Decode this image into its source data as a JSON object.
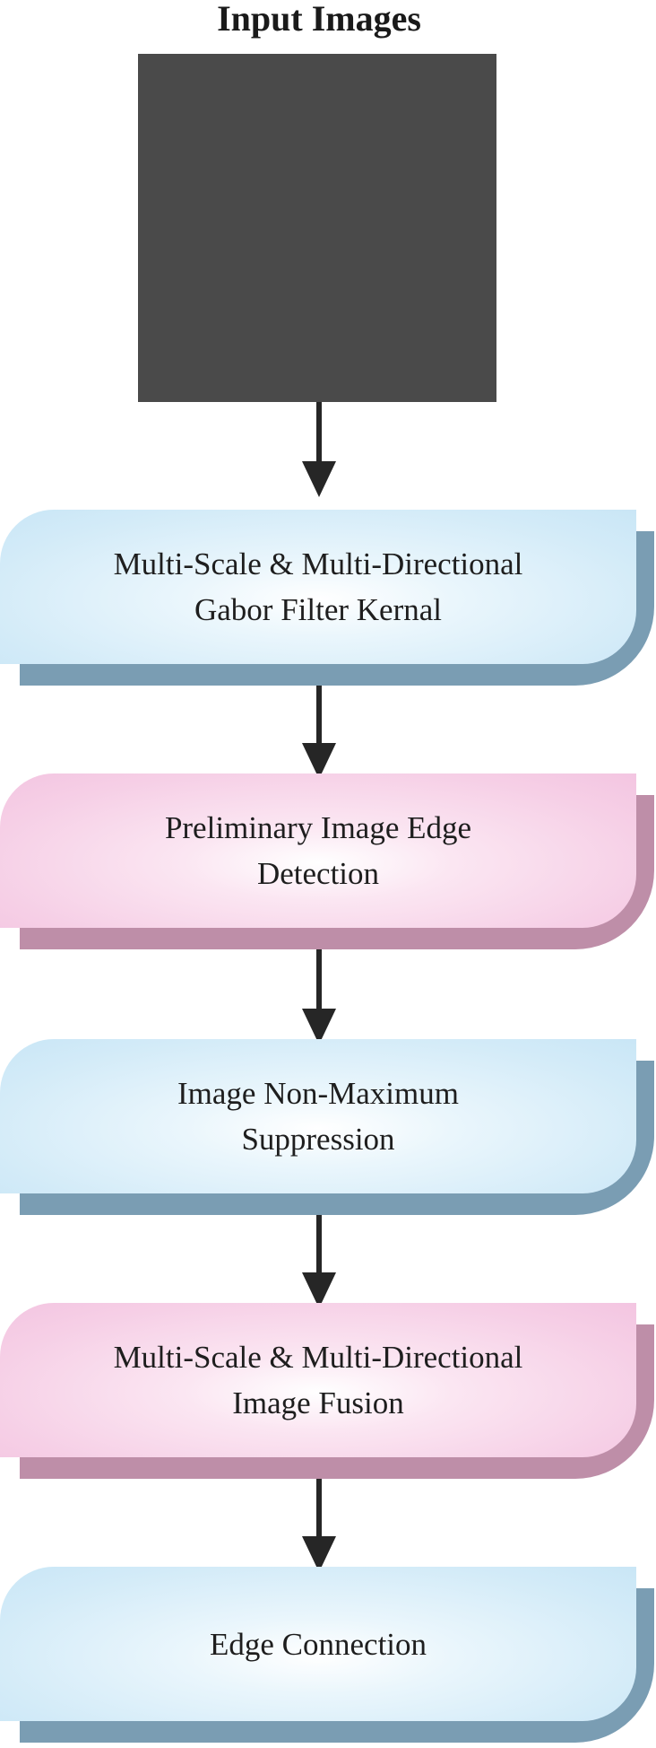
{
  "title": "Input Images",
  "stages": [
    {
      "label_line1": "Multi-Scale & Multi-Directional",
      "label_line2": "Gabor Filter Kernal",
      "color": "#d3ebf8",
      "shadow_color": "#7a9db3"
    },
    {
      "label_line1": "Preliminary Image Edge",
      "label_line2": "Detection",
      "color": "#f6cfe6",
      "shadow_color": "#be8ea8"
    },
    {
      "label_line1": "Image Non-Maximum",
      "label_line2": "Suppression",
      "color": "#d3ebf8",
      "shadow_color": "#7a9db3"
    },
    {
      "label_line1": "Multi-Scale & Multi-Directional",
      "label_line2": "Image Fusion",
      "color": "#f6cfe6",
      "shadow_color": "#be8ea8"
    },
    {
      "label_line1": "Edge Connection",
      "label_line2": "",
      "color": "#d3ebf8",
      "shadow_color": "#7a9db3"
    }
  ]
}
